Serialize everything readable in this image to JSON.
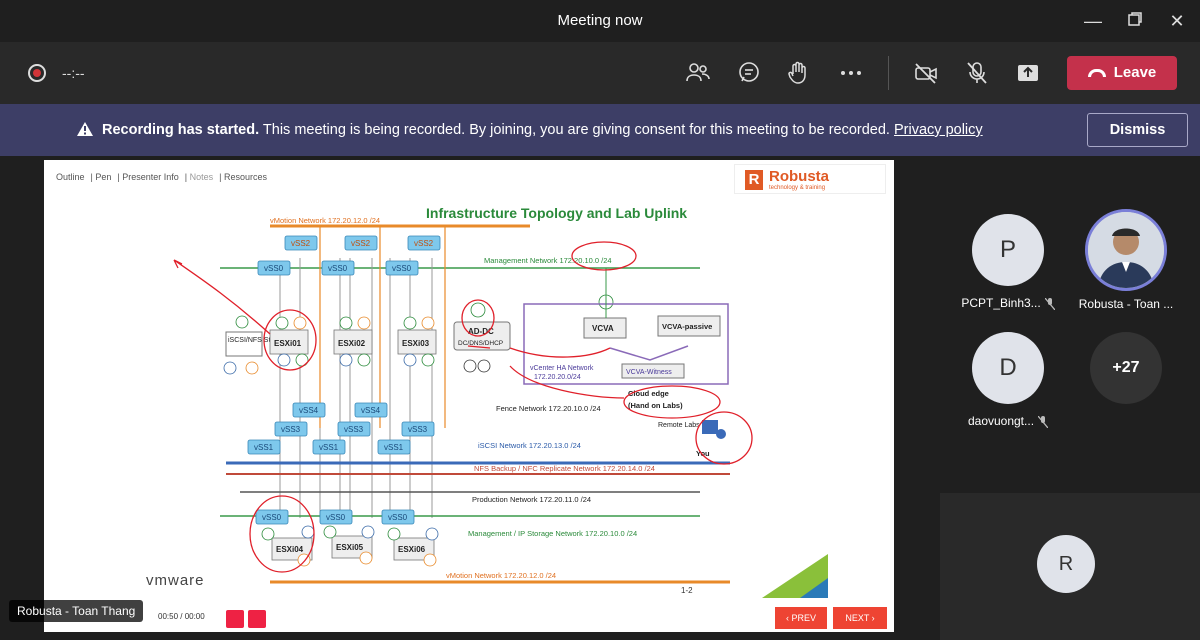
{
  "window": {
    "title": "Meeting now"
  },
  "toolbar": {
    "timer": "--:--",
    "leave_label": "Leave"
  },
  "banner": {
    "bold": "Recording has started.",
    "text": " This meeting is being recorded. By joining, you are giving consent for this meeting to be recorded. ",
    "link": "Privacy policy",
    "dismiss_label": "Dismiss"
  },
  "slide": {
    "nav": [
      "Outline",
      "Pen",
      "Presenter Info",
      "Notes",
      "Resources"
    ],
    "brand_name": "Robusta",
    "brand_tag": "technology & training",
    "title": "Infrastructure Topology and Lab Uplink",
    "networks": {
      "vmotion_top": "vMotion Network 172.20.12.0 /24",
      "mgmt_top": "Management Network 172.20.10.0 /24",
      "vcenter_ha": "vCenter HA Network",
      "vcenter_ha_ip": "172.20.20.0/24",
      "fence": "Fence Network 172.20.10.0 /24",
      "iscsi": "iSCSI Network 172.20.13.0 /24",
      "nfs": "NFS Backup / NFC Replicate Network 172.20.14.0 /24",
      "production": "Production Network 172.20.11.0 /24",
      "mgmt_bottom": "Management / IP Storage Network 172.20.10.0 /24",
      "vmotion_bottom": "vMotion Network 172.20.12.0 /24"
    },
    "hosts": [
      "ESXi01",
      "ESXi02",
      "ESXi03",
      "ESXi04",
      "ESXi05",
      "ESXi06"
    ],
    "storage": "iSCSI/NFS Storage",
    "adc": "AD-DC",
    "adc_sub": "DC/DNS/DHCP",
    "vcva": "VCVA",
    "vcva_passive": "VCVA-passive",
    "vcva_witness": "VCVA-Witness",
    "cloud_edge": "Cloud edge",
    "cloud_edge_sub": "(Hand on Labs)",
    "remote_labs": "Remote Labs",
    "you": "You",
    "vmware": "vmware",
    "page": "1-2",
    "time": "00:50 / 00:00",
    "prev": "PREV",
    "next": "NEXT"
  },
  "presenter_pill": "Robusta - Toan Thang",
  "participants": [
    {
      "initial": "P",
      "name": "PCPT_Binh3..."
    },
    {
      "initial": "",
      "name": "Robusta - Toan ..."
    },
    {
      "initial": "D",
      "name": "daovuongt..."
    },
    {
      "initial": "",
      "name": "+27"
    }
  ],
  "self_initial": "R",
  "colors": {
    "leave": "#c4314b",
    "banner": "#3d3e66",
    "accent_red": "#d13438",
    "switch_blue": "#7ec8ec"
  }
}
